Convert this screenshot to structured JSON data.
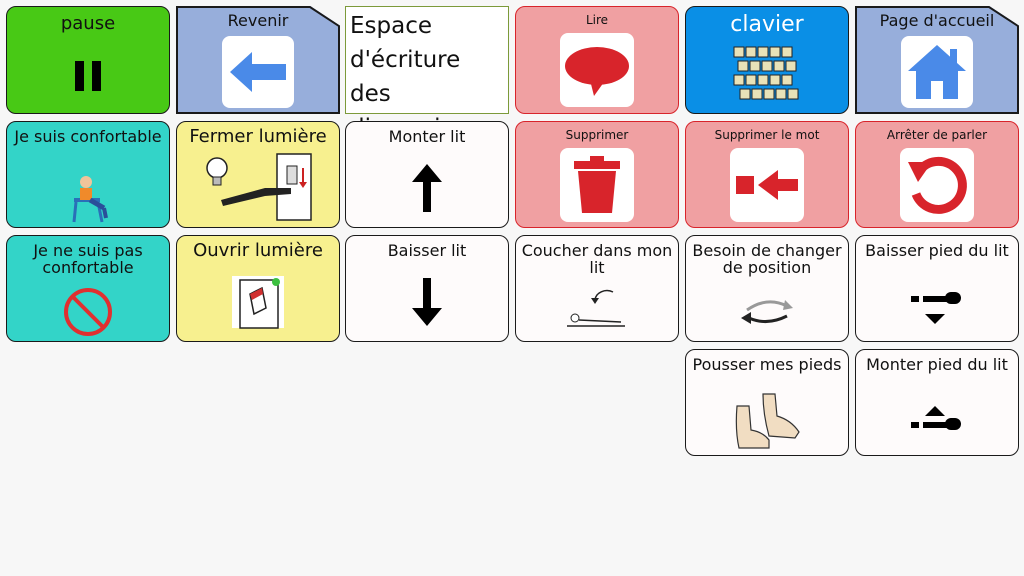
{
  "colors": {
    "pause_green": "#48c915",
    "keyboard_blue": "#0a8fe6",
    "action_red": "#f0a0a2",
    "action_red_border": "#d8242b",
    "light_yellow": "#f7f08f",
    "comfort_teal": "#33d4c8",
    "folder_blue": "#97aedb",
    "white_cell": "#fefbfb"
  },
  "text_area": {
    "text": "Espace d'écriture des discussions"
  },
  "buttons": {
    "pause": {
      "label": "pause",
      "icon": "pause-icon"
    },
    "back": {
      "label": "Revenir",
      "icon": "back-arrow-icon"
    },
    "read": {
      "label": "Lire",
      "icon": "speech-bubble-icon"
    },
    "keyboard": {
      "label": "clavier",
      "icon": "keyboard-icon"
    },
    "home": {
      "label": "Page d'accueil",
      "icon": "home-icon"
    },
    "comfortable": {
      "label": "Je suis confortable",
      "icon": "relaxed-person-icon"
    },
    "light_off": {
      "label": "Fermer lumière",
      "icon": "light-switch-off-icon"
    },
    "bed_up": {
      "label": "Monter lit",
      "icon": "arrow-up-icon"
    },
    "delete": {
      "label": "Supprimer",
      "icon": "trash-icon"
    },
    "delete_word": {
      "label": "Supprimer le mot",
      "icon": "delete-word-icon"
    },
    "stop_speaking": {
      "label": "Arrêter de parler",
      "icon": "undo-icon"
    },
    "not_comfortable": {
      "label": "Je ne suis pas confortable",
      "icon": "prohibited-icon"
    },
    "light_on": {
      "label": "Ouvrir lumière",
      "icon": "light-switch-on-icon"
    },
    "bed_down": {
      "label": "Baisser lit",
      "icon": "arrow-down-icon"
    },
    "lie_down": {
      "label": "Coucher dans mon lit",
      "icon": "lying-person-icon"
    },
    "change_position": {
      "label": "Besoin de changer de position",
      "icon": "rotate-arrows-icon"
    },
    "foot_down": {
      "label": "Baisser pied du lit",
      "icon": "bed-foot-down-icon"
    },
    "push_feet": {
      "label": "Pousser mes pieds",
      "icon": "feet-icon"
    },
    "foot_up": {
      "label": "Monter pied du lit",
      "icon": "bed-foot-up-icon"
    }
  }
}
